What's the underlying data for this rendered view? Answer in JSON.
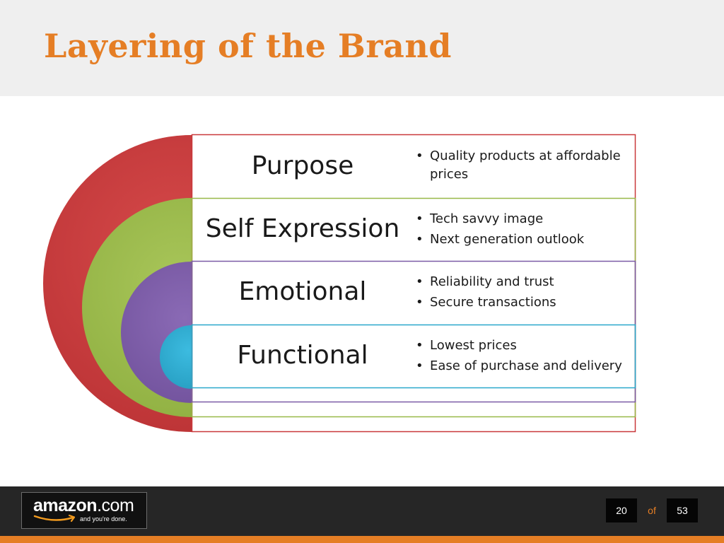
{
  "slide": {
    "title": "Layering of the Brand"
  },
  "layers": [
    {
      "label": "Purpose",
      "color": "#c9383a",
      "bullets": [
        "Quality products at affordable prices"
      ]
    },
    {
      "label": "Self Expression",
      "color": "#98b848",
      "bullets": [
        "Tech savvy image",
        "Next generation outlook"
      ]
    },
    {
      "label": "Emotional",
      "color": "#7b5aa6",
      "bullets": [
        "Reliability and trust",
        "Secure transactions"
      ]
    },
    {
      "label": "Functional",
      "color": "#2aa8cc",
      "bullets": [
        "Lowest prices",
        "Ease of purchase and delivery"
      ]
    }
  ],
  "footer": {
    "logo_word": "amazon",
    "logo_suffix": ".com",
    "logo_tagline": "and you're done.",
    "current_page": "20",
    "of_label": "of",
    "total_pages": "53"
  },
  "colors": {
    "title": "#e57e25",
    "header_bg": "#efefef",
    "footer_bg": "#262626",
    "accent_stripe": "#e57e25"
  }
}
